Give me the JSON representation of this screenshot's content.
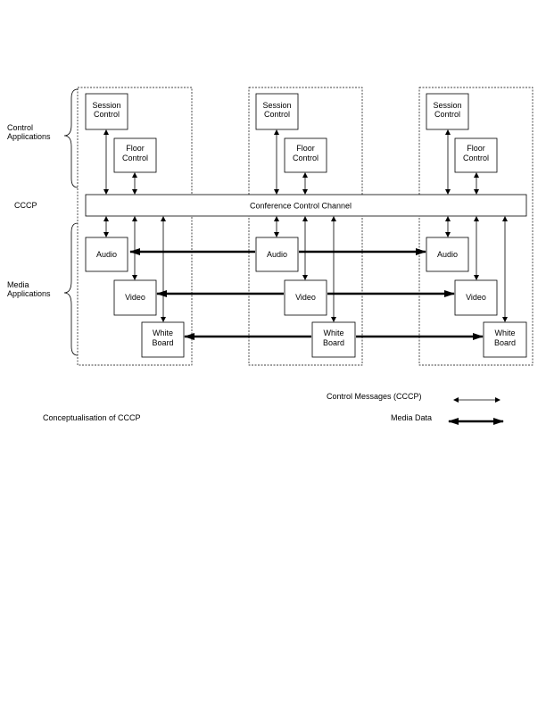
{
  "side_labels": {
    "control_line1": "Control",
    "control_line2": "Applications",
    "cccp": "CCCP",
    "media_line1": "Media",
    "media_line2": "Applications"
  },
  "boxes": {
    "session_line1": "Session",
    "session_line2": "Control",
    "floor_line1": "Floor",
    "floor_line2": "Control",
    "audio": "Audio",
    "video": "Video",
    "whiteboard_line1": "White",
    "whiteboard_line2": "Board"
  },
  "channel_label": "Conference Control Channel",
  "caption": "Conceptualisation of CCCP",
  "legend": {
    "control_messages": "Control Messages (CCCP)",
    "media_data": "Media Data"
  }
}
